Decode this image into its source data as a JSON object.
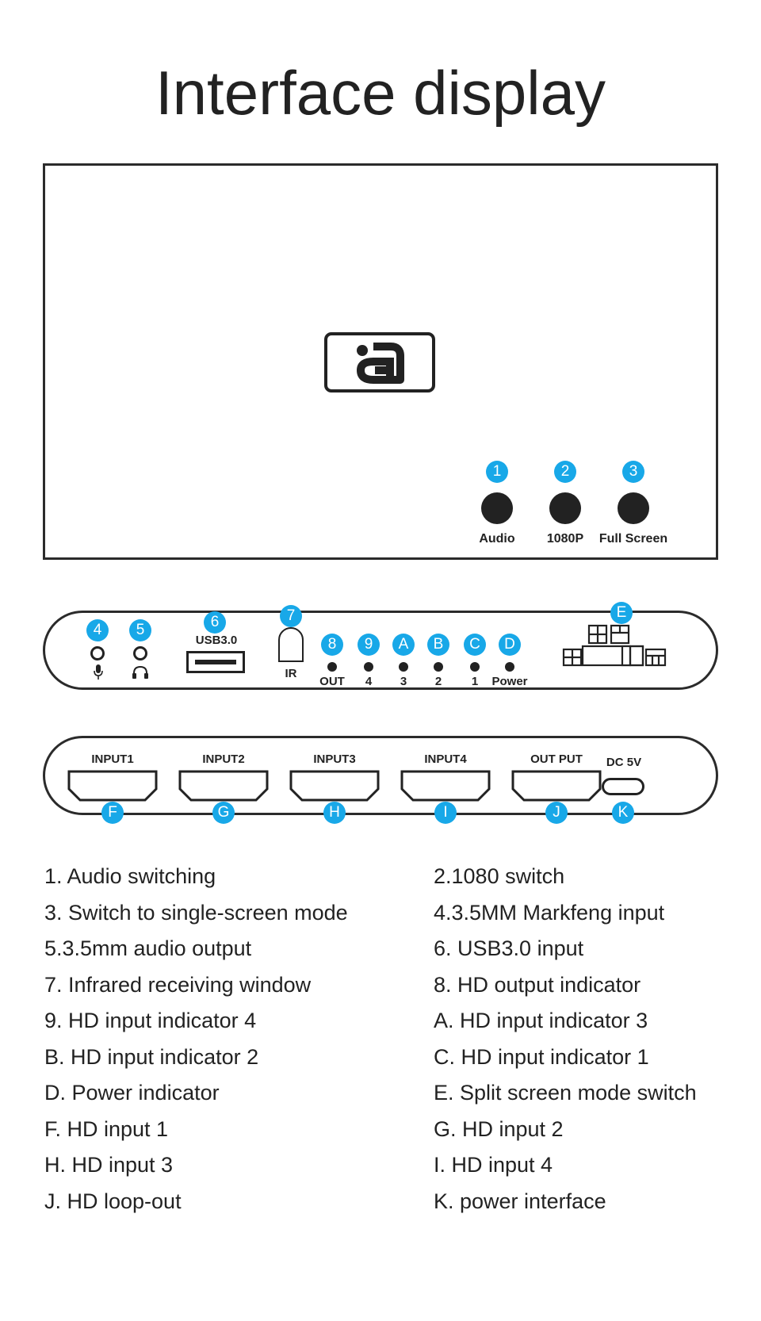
{
  "title": "Interface display",
  "front_buttons": [
    {
      "badge": "1",
      "label": "Audio"
    },
    {
      "badge": "2",
      "label": "1080P"
    },
    {
      "badge": "3",
      "label": "Full Screen"
    }
  ],
  "rear_top": {
    "mic_badge": "4",
    "headphone_badge": "5",
    "usb_badge": "6",
    "usb_label": "USB3.0",
    "ir_badge": "7",
    "ir_label": "IR",
    "indicators": [
      {
        "badge": "8",
        "label": "OUT"
      },
      {
        "badge": "9",
        "label": "4"
      },
      {
        "badge": "A",
        "label": "3"
      },
      {
        "badge": "B",
        "label": "2"
      },
      {
        "badge": "C",
        "label": "1"
      },
      {
        "badge": "D",
        "label": "Power"
      }
    ],
    "switch_badge": "E"
  },
  "rear_bottom": {
    "ports": [
      {
        "badge": "F",
        "label": "INPUT1"
      },
      {
        "badge": "G",
        "label": "INPUT2"
      },
      {
        "badge": "H",
        "label": "INPUT3"
      },
      {
        "badge": "I",
        "label": "INPUT4"
      },
      {
        "badge": "J",
        "label": "OUT PUT"
      }
    ],
    "dc_badge": "K",
    "dc_label": "DC 5V"
  },
  "legend": [
    "1. Audio switching",
    "2.1080 switch",
    "3. Switch to single-screen mode",
    "4.3.5MM Markfeng input",
    "5.3.5mm audio output",
    "6. USB3.0 input",
    "7. Infrared receiving window",
    "8. HD output indicator",
    "9. HD  input indicator 4",
    "A. HD input indicator 3",
    "B. HD  input indicator 2",
    "C. HD input indicator 1",
    "D. Power indicator",
    "E. Split screen mode switch",
    "F. HD input 1",
    "G. HD input 2",
    "H. HD input 3",
    "I. HD input 4",
    "J. HD loop-out",
    "K. power interface"
  ],
  "colors": {
    "badge": "#18a8e8",
    "ink": "#222222"
  }
}
